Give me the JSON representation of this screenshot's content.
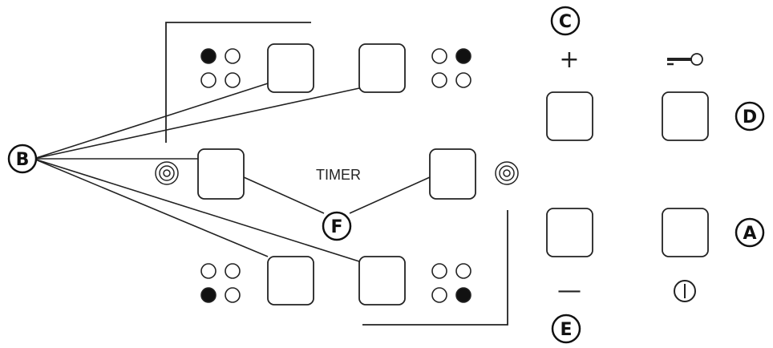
{
  "callouts": [
    {
      "id": "A",
      "text": "A"
    },
    {
      "id": "B",
      "text": "B"
    },
    {
      "id": "C",
      "text": "C"
    },
    {
      "id": "D",
      "text": "D"
    },
    {
      "id": "E",
      "text": "E"
    },
    {
      "id": "F",
      "text": "F"
    }
  ],
  "timer_label": "TIMER",
  "symbols": {
    "plus": "+",
    "minus": "—"
  },
  "colors": {
    "stroke": "#222222",
    "filled_dot": "#111111",
    "background": "#ffffff"
  }
}
